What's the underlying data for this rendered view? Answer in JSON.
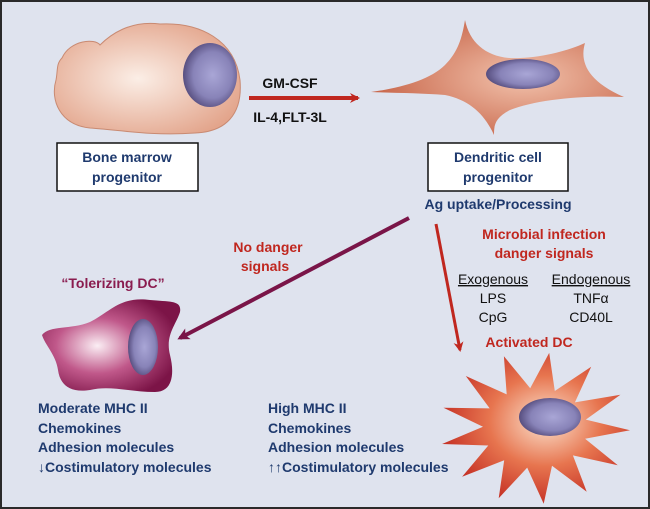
{
  "labels": {
    "gm_csf": "GM-CSF",
    "il4": "IL-4,FLT-3L",
    "bone_marrow_box": [
      "Bone marrow",
      "progenitor"
    ],
    "dc_box": [
      "Dendritic cell",
      "progenitor"
    ],
    "ag_uptake": "Ag uptake/Processing",
    "no_danger": [
      "No danger",
      "signals"
    ],
    "microbial": [
      "Microbial infection",
      "danger signals"
    ],
    "exogenous": {
      "header": "Exogenous",
      "items": [
        "LPS",
        "CpG"
      ]
    },
    "endogenous": {
      "header": "Endogenous",
      "items": [
        "TNFα",
        "CD40L"
      ]
    },
    "activated_dc": "Activated DC",
    "tolerizing_dc": "“Tolerizing DC”",
    "tolerizing_props": [
      "Moderate MHC II",
      "Chemokines",
      "Adhesion molecules",
      "↓Costimulatory molecules"
    ],
    "activated_props": [
      "High MHC II",
      "Chemokines",
      "Adhesion molecules",
      "↑↑Costimulatory molecules"
    ]
  },
  "colors": {
    "background": "#dfe3ee",
    "arrow_red": "#c0271f",
    "arrow_plum": "#7a1548",
    "text_navy": "#1f3a6e",
    "cell_peach": "#e8b29b",
    "nucleus": "#7d76a8"
  }
}
